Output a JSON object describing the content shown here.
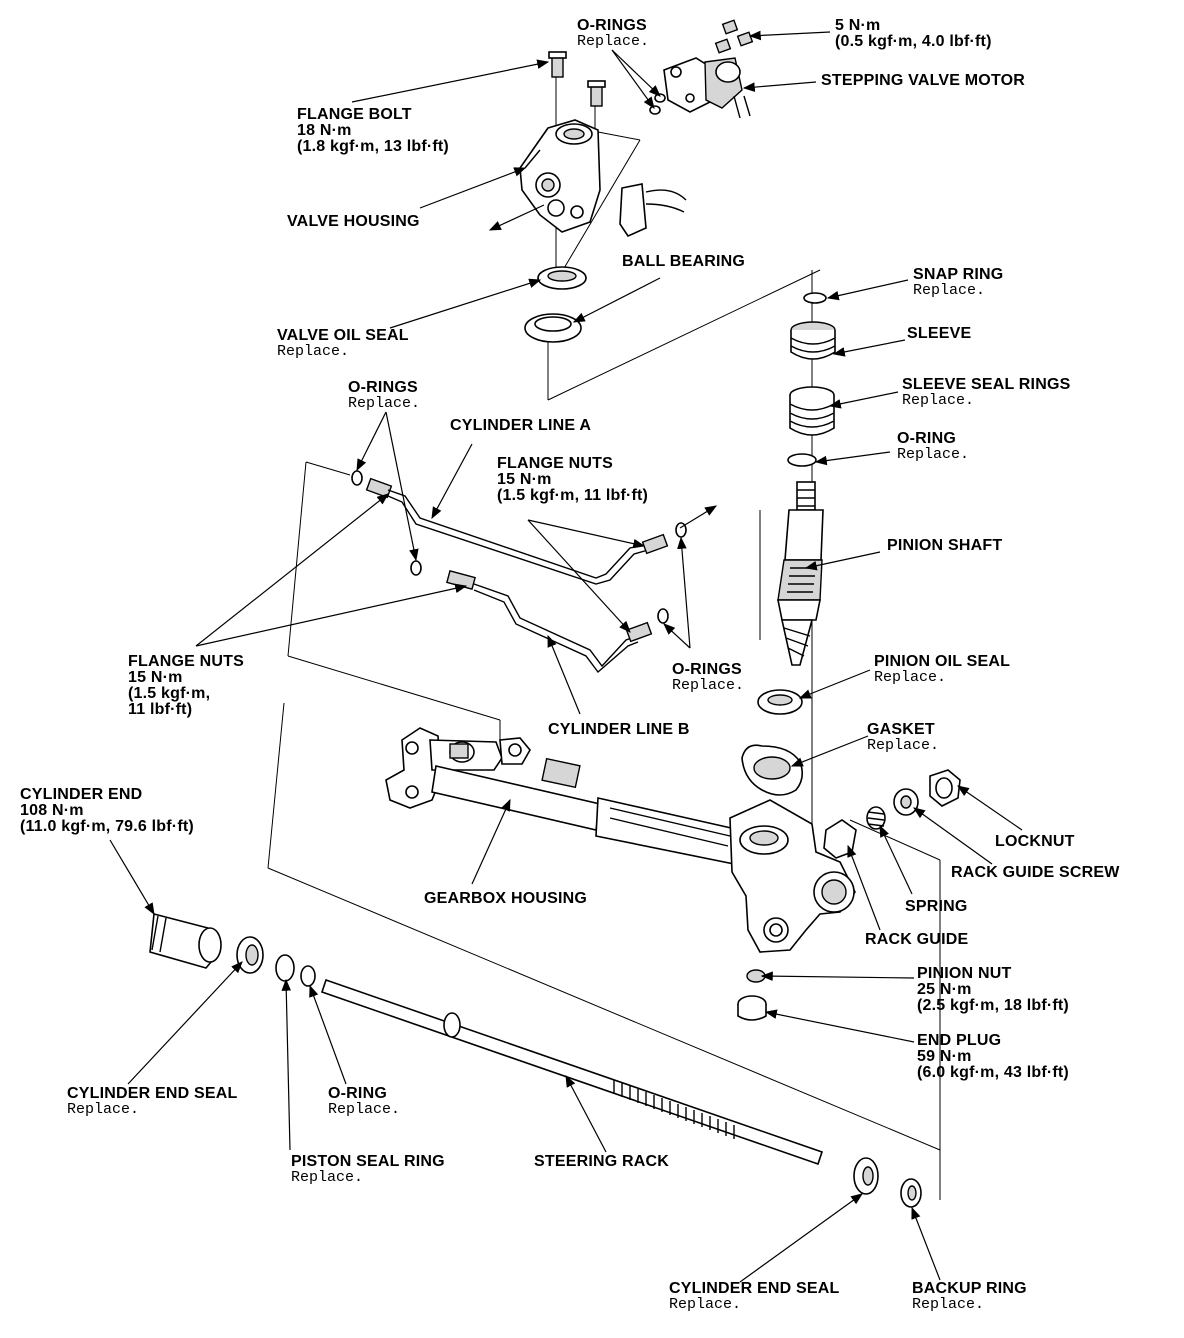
{
  "labels": {
    "orings_top": {
      "title": "O-RINGS",
      "note": "Replace."
    },
    "torque_5": {
      "title": "5 N·m",
      "spec": "(0.5 kgf·m, 4.0 lbf·ft)"
    },
    "stepping_motor": {
      "title": "STEPPING VALVE MOTOR"
    },
    "flange_bolt": {
      "title": "FLANGE BOLT",
      "torque": "18 N·m",
      "spec": "(1.8 kgf·m, 13 lbf·ft)"
    },
    "valve_housing": {
      "title": "VALVE HOUSING"
    },
    "ball_bearing": {
      "title": "BALL BEARING"
    },
    "snap_ring": {
      "title": "SNAP RING",
      "note": "Replace."
    },
    "valve_oil_seal": {
      "title": "VALVE OIL SEAL",
      "note": "Replace."
    },
    "sleeve": {
      "title": "SLEEVE"
    },
    "orings_left": {
      "title": "O-RINGS",
      "note": "Replace."
    },
    "sleeve_seal_rings": {
      "title": "SLEEVE SEAL RINGS",
      "note": "Replace."
    },
    "cylinder_line_a": {
      "title": "CYLINDER LINE A"
    },
    "oring_pinion": {
      "title": "O-RING",
      "note": "Replace."
    },
    "flange_nuts_mid": {
      "title": "FLANGE NUTS",
      "torque": "15 N·m",
      "spec": "(1.5 kgf·m, 11 lbf·ft)"
    },
    "pinion_shaft": {
      "title": "PINION SHAFT"
    },
    "flange_nuts_left": {
      "title": "FLANGE NUTS",
      "torque": "15 N·m",
      "spec1": "(1.5 kgf·m,",
      "spec2": "11 lbf·ft)"
    },
    "pinion_oil_seal": {
      "title": "PINION OIL SEAL",
      "note": "Replace."
    },
    "orings_mid": {
      "title": "O-RINGS",
      "note": "Replace."
    },
    "cylinder_line_b": {
      "title": "CYLINDER LINE B"
    },
    "gasket": {
      "title": "GASKET",
      "note": "Replace."
    },
    "cylinder_end": {
      "title": "CYLINDER END",
      "torque": "108 N·m",
      "spec": "(11.0 kgf·m, 79.6 lbf·ft)"
    },
    "locknut": {
      "title": "LOCKNUT"
    },
    "rack_guide_screw": {
      "title": "RACK GUIDE SCREW"
    },
    "gearbox_housing": {
      "title": "GEARBOX HOUSING"
    },
    "spring": {
      "title": "SPRING"
    },
    "rack_guide": {
      "title": "RACK GUIDE"
    },
    "pinion_nut": {
      "title": "PINION NUT",
      "torque": "25 N·m",
      "spec": "(2.5 kgf·m, 18 lbf·ft)"
    },
    "end_plug": {
      "title": "END PLUG",
      "torque": "59 N·m",
      "spec": "(6.0 kgf·m, 43 lbf·ft)"
    },
    "cyl_end_seal_left": {
      "title": "CYLINDER END SEAL",
      "note": "Replace."
    },
    "oring_rack": {
      "title": "O-RING",
      "note": "Replace."
    },
    "piston_seal_ring": {
      "title": "PISTON SEAL RING",
      "note": "Replace."
    },
    "steering_rack": {
      "title": "STEERING RACK"
    },
    "cyl_end_seal_right": {
      "title": "CYLINDER END SEAL",
      "note": "Replace."
    },
    "backup_ring": {
      "title": "BACKUP RING",
      "note": "Replace."
    }
  }
}
